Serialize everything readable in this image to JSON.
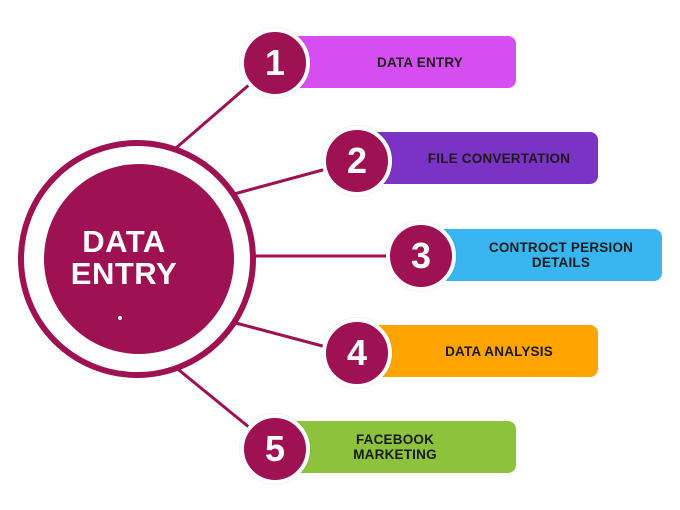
{
  "hub": {
    "line1": "DATA",
    "line2": "ENTRY",
    "color": "#9e1152"
  },
  "items": [
    {
      "number": "1",
      "label": "DATA ENTRY",
      "color": "#d64ef2"
    },
    {
      "number": "2",
      "label": "FILE CONVERTATION",
      "color": "#7b33c5"
    },
    {
      "number": "3",
      "label": "CONTROCT PERSION DETAILS",
      "color": "#38b6f1"
    },
    {
      "number": "4",
      "label": "DATA ANALYSIS",
      "color": "#ffa400"
    },
    {
      "number": "5",
      "label": "FACEBOOK MARKETING",
      "color": "#8dc33c"
    }
  ]
}
